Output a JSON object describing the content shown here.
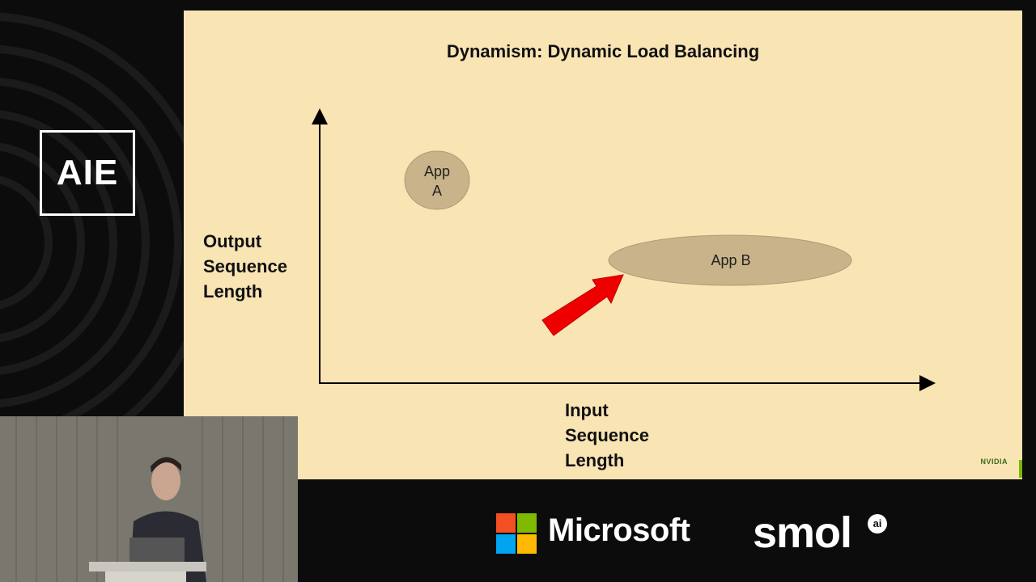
{
  "event_logo": {
    "text": "AIE"
  },
  "slide": {
    "title": "Dynamism: Dynamic Load Balancing",
    "ylabel": "Output\nSequence\nLength",
    "xlabel": "Input\nSequence\nLength",
    "app_a_label": "App\nA",
    "app_b_label": "App B",
    "brand": "NVIDIA",
    "colors": {
      "background": "#f9e4b4",
      "ellipse_fill": "#c8b38a",
      "arrow": "#ee0000"
    }
  },
  "sponsors": {
    "microsoft": "Microsoft",
    "smol": "smol",
    "smol_badge": "ai"
  }
}
